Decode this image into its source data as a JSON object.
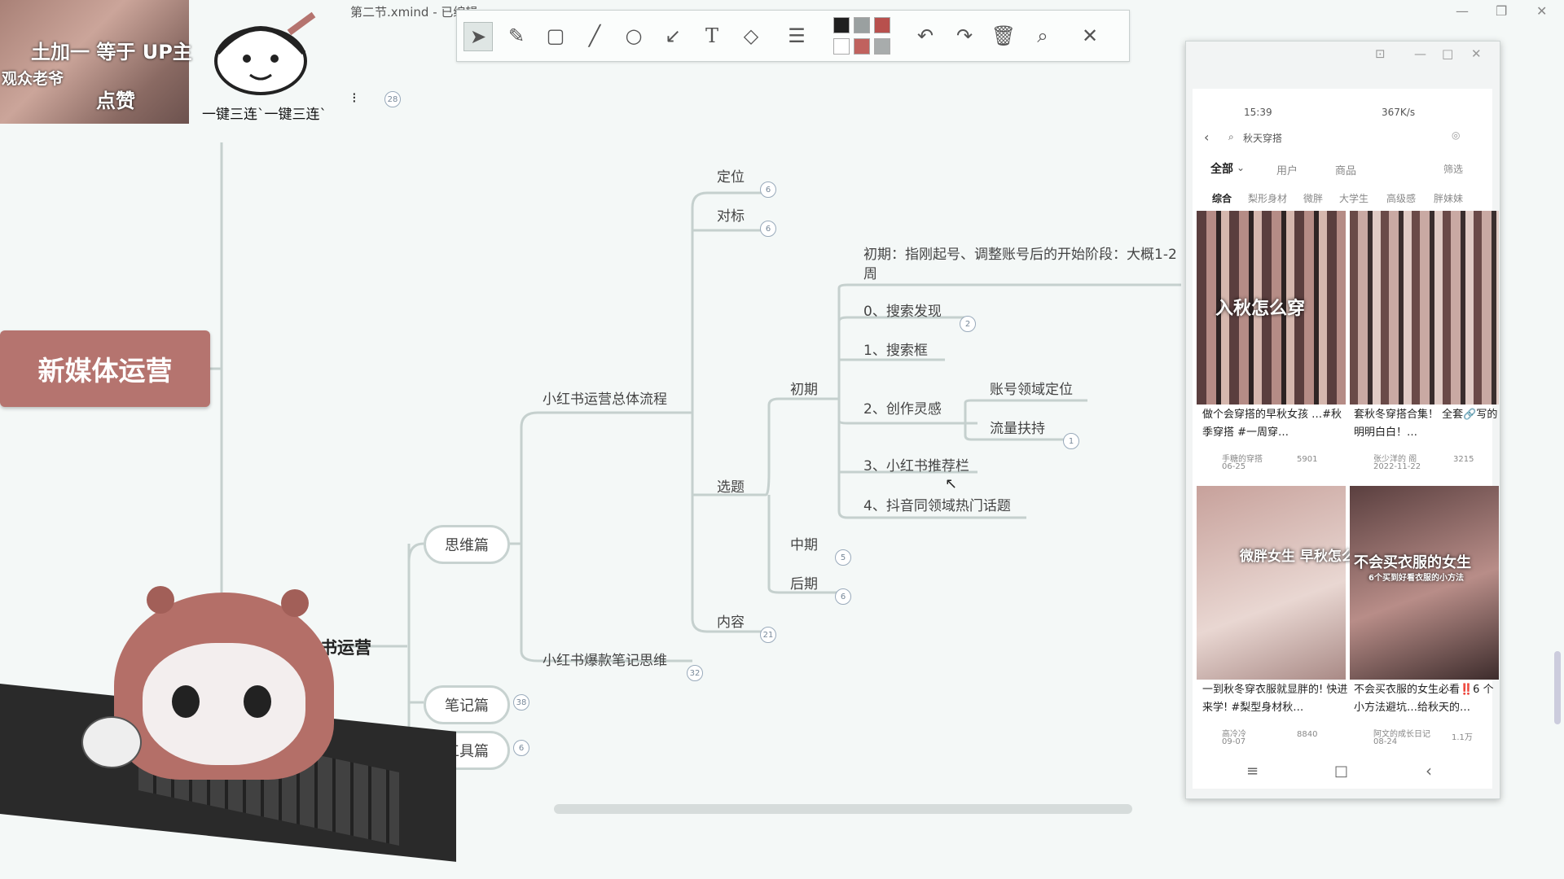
{
  "window": {
    "title": "第二节.xmind - 已编辑"
  },
  "toolbar": {
    "icons": [
      "pointer-icon",
      "pencil-icon",
      "rectangle-icon",
      "line-icon",
      "circle-icon",
      "arrow-icon",
      "text-icon",
      "eraser-icon",
      "stroke-width-icon",
      "undo-icon",
      "redo-icon",
      "delete-icon",
      "search-icon",
      "close-icon"
    ],
    "colors": [
      "#1f1f1f",
      "#9aa0a0",
      "#b8504d",
      "#ffffff",
      "#c0625e",
      "#a8acac"
    ]
  },
  "overlay": {
    "cat_text1": "土加一 等于 UP主",
    "cat_text2": "观众老爷",
    "cat_text3": "点赞",
    "meme_caption": "一键三连`一键三连`"
  },
  "mindmap": {
    "root": "新媒体运营",
    "sub_root": "书运营",
    "l1": {
      "thinking": "思维篇",
      "notes": "笔记篇",
      "notes_badge": "38",
      "tools": "工具篇",
      "tools_badge": "6"
    },
    "l2": {
      "flow": "小红书运营总体流程",
      "hit": "小红书爆款笔记思维",
      "hit_badge": "32"
    },
    "l3": {
      "position": "定位",
      "position_badge": "6",
      "benchmark": "对标",
      "benchmark_badge": "6",
      "topic": "选题",
      "content": "内容",
      "content_badge": "21"
    },
    "l4": {
      "early": "初期",
      "mid": "中期",
      "mid_badge": "5",
      "late": "后期",
      "late_badge": "6"
    },
    "l5": {
      "note": "初期：指刚起号、调整账号后的开始阶段：大概1-2",
      "note2": "周",
      "search_discover": "0、搜索发现",
      "search_discover_badge": "2",
      "search_box": "1、搜索框",
      "inspiration": "2、创作灵感",
      "recommend": "3、小红书推荐栏",
      "douyin": "4、抖音同领域热门话题"
    },
    "l6": {
      "account": "账号领域定位",
      "traffic": "流量扶持",
      "traffic_badge": "1"
    },
    "top_badge": "28"
  },
  "phone": {
    "time": "15:39",
    "net": "367K/s",
    "search_query": "秋天穿搭",
    "tabs": [
      "全部",
      "用户",
      "商品"
    ],
    "filter": "筛选",
    "chips": [
      "综合",
      "梨形身材",
      "微胖",
      "大学生",
      "高级感",
      "胖妹妹"
    ],
    "cards": [
      {
        "overlay": "入秋怎么穿",
        "caption": "做个会穿搭的早秋女孩 …#秋季穿搭 #一周穿…",
        "author": "手糖的穿搭",
        "date": "06-25",
        "likes": "5901"
      },
      {
        "overlay": "",
        "caption": "套秋冬穿搭合集！ 全套🔗写的明明白白！…",
        "author": "张少洋的 阁",
        "date": "2022-11-22",
        "likes": "3215"
      },
      {
        "overlay": "微胖女生 早秋怎么拒绝土气!",
        "caption": "一到秋冬穿衣服就显胖的! 快进来学! #梨型身材秋…",
        "author": "高冷冷",
        "date": "09-07",
        "likes": "8840"
      },
      {
        "overlay": "不会买衣服的女生",
        "overlay_sub": "6个买到好看衣服的小方法",
        "caption": "不会买衣服的女生必看‼️6 个小方法避坑…给秋天的…",
        "author": "阿文的成长日记",
        "date": "08-24",
        "likes": "1.1万"
      }
    ]
  }
}
